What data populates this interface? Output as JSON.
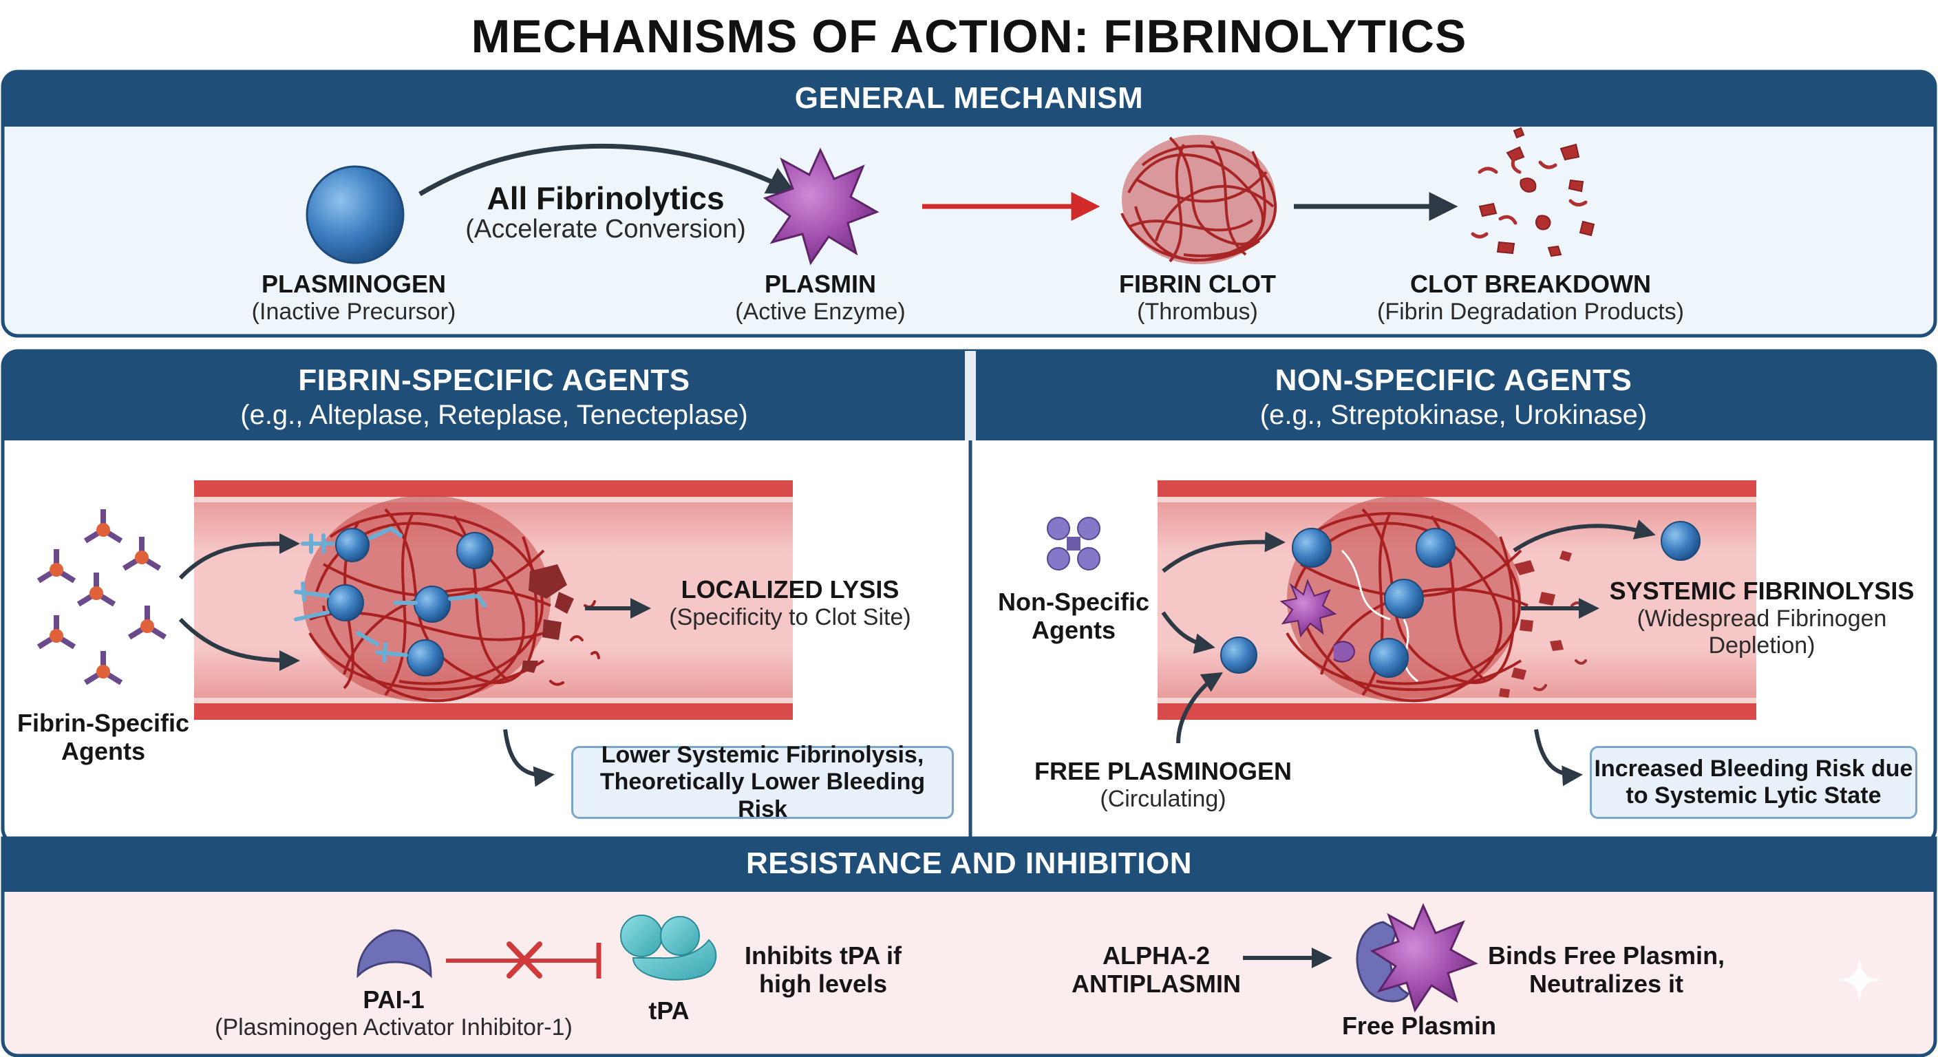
{
  "title": "MECHANISMS OF ACTION: FIBRINOLYTICS",
  "general": {
    "header": "GENERAL MECHANISM",
    "all_fibrinolytics": "All Fibrinolytics",
    "accelerate": "(Accelerate Conversion)",
    "steps": [
      {
        "name": "PLASMINOGEN",
        "desc": "(Inactive Precursor)"
      },
      {
        "name": "PLASMIN",
        "desc": "(Active Enzyme)"
      },
      {
        "name": "FIBRIN CLOT",
        "desc": "(Thrombus)"
      },
      {
        "name": "CLOT BREAKDOWN",
        "desc": "(Fibrin Degradation Products)"
      }
    ]
  },
  "fibrin_specific": {
    "header": "FIBRIN-SPECIFIC AGENTS",
    "examples": "(e.g., Alteplase, Reteplase, Tenecteplase)",
    "agents_label_1": "Fibrin-Specific",
    "agents_label_2": "Agents",
    "result_title": "LOCALIZED LYSIS",
    "result_desc": "(Specificity to Clot Site)",
    "callout_1": "Lower Systemic Fibrinolysis,",
    "callout_2": "Theoretically Lower Bleeding Risk"
  },
  "non_specific": {
    "header": "NON-SPECIFIC AGENTS",
    "examples": "(e.g., Streptokinase, Urokinase)",
    "agents_label_1": "Non-Specific",
    "agents_label_2": "Agents",
    "free_title": "FREE PLASMINOGEN",
    "free_desc": "(Circulating)",
    "result_title": "SYSTEMIC FIBRINOLYSIS",
    "result_desc_1": "(Widespread Fibrinogen",
    "result_desc_2": "Depletion)",
    "callout_1": "Increased Bleeding Risk due",
    "callout_2": "to Systemic Lytic State"
  },
  "resistance": {
    "header": "RESISTANCE AND INHIBITION",
    "pai_name": "PAI-1",
    "pai_desc": "(Plasminogen Activator Inhibitor-1)",
    "tpa_name": "tPA",
    "tpa_note_1": "Inhibits tPA if",
    "tpa_note_2": "high levels",
    "alpha_1": "ALPHA-2",
    "alpha_2": "ANTIPLASMIN",
    "free_plasmin": "Free Plasmin",
    "binds_1": "Binds Free Plasmin,",
    "binds_2": "Neutralizes it"
  },
  "colors": {
    "navy": "#1f4e79",
    "plasminogen_blue": "#3d7fc1",
    "plasmin_purple": "#9b4aa8",
    "clot_red": "#b02a2a",
    "vessel_pink": "#f3b3b3",
    "inhibit_red": "#d13a3a",
    "tpa_teal": "#5fc7cf",
    "pai_indigo": "#6f6fb8"
  }
}
